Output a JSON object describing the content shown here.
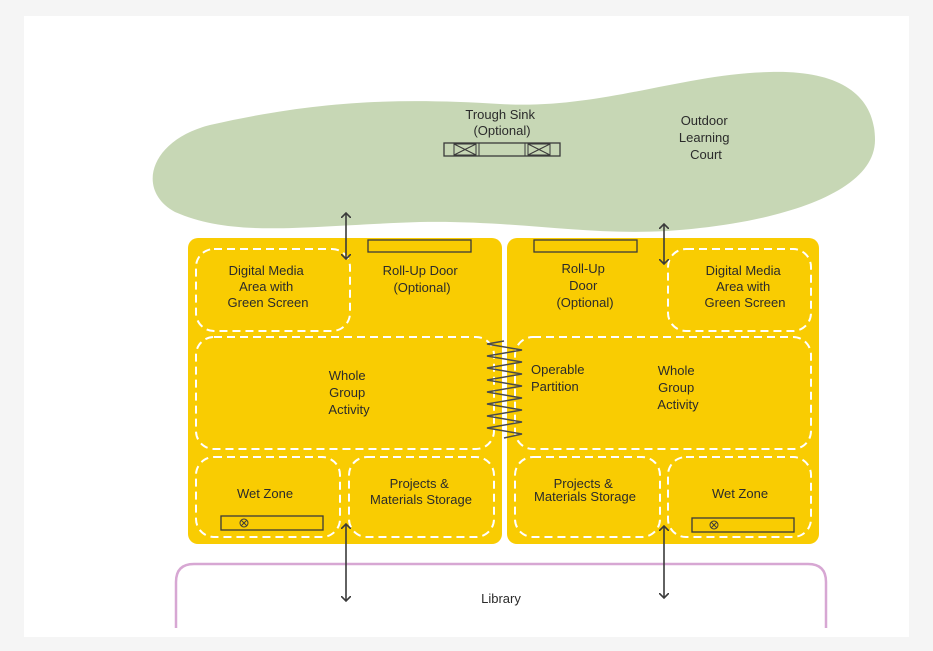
{
  "colors": {
    "page_background": "#f5f5f5",
    "panel_background": "#ffffff",
    "outdoor_fill": "#c7d7b5",
    "room_fill": "#f9cc02",
    "zone_dash": "#ffffff",
    "library_outline": "#d7a7d3",
    "line_dark": "#3a3a3a"
  },
  "outdoor": {
    "title_lines": [
      "Outdoor",
      "Learning",
      "Court"
    ],
    "sink_lines": [
      "Trough Sink",
      "(Optional)"
    ]
  },
  "left_room": {
    "digital_media": [
      "Digital Media",
      "Area with",
      "Green Screen"
    ],
    "rollup_door": [
      "Roll-Up Door",
      "(Optional)"
    ],
    "whole_group": [
      "Whole",
      "Group",
      "Activity"
    ],
    "wet_zone": "Wet Zone",
    "projects_storage": [
      "Projects &",
      "Materials Storage"
    ]
  },
  "partition": [
    "Operable",
    "Partition"
  ],
  "right_room": {
    "rollup_door": [
      "Roll-Up",
      "Door",
      "(Optional)"
    ],
    "digital_media": [
      "Digital Media",
      "Area with",
      "Green Screen"
    ],
    "whole_group": [
      "Whole",
      "Group",
      "Activity"
    ],
    "projects_storage": [
      "Projects &",
      "Materials Storage"
    ],
    "wet_zone": "Wet Zone"
  },
  "library": {
    "label": "Library"
  }
}
